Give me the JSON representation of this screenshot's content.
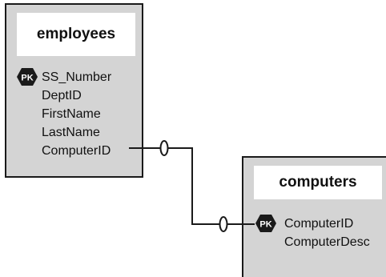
{
  "entities": [
    {
      "name": "employees",
      "pk_badge": "PK",
      "attributes": [
        "SS_Number",
        "DeptID",
        "FirstName",
        "LastName",
        "ComputerID"
      ]
    },
    {
      "name": "computers",
      "pk_badge": "PK",
      "attributes": [
        "ComputerID",
        "ComputerDesc"
      ]
    }
  ],
  "relationship": {
    "from": "employees.ComputerID",
    "to": "computers.ComputerID",
    "cardinality_from": "zero-or-one",
    "cardinality_to": "zero-or-one"
  },
  "colors": {
    "entity_fill": "#d4d4d4",
    "title_fill": "#ffffff",
    "border": "#1a1a1a",
    "pk_badge": "#1a1a1a"
  }
}
